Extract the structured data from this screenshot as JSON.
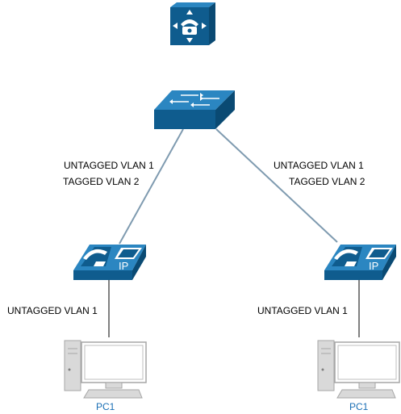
{
  "colors": {
    "device_fill": "#0f5c8e",
    "device_top": "#2b86c1",
    "link": "#7f9bb0",
    "pc_link": "#000000",
    "pc_body": "#e6e6e6",
    "pc_label": "#1a6fb5"
  },
  "nodes": {
    "pbx": {
      "icon": "pbx-phone-icon"
    },
    "switch": {
      "icon": "switch-icon"
    },
    "phone_left": {
      "icon": "ip-phone-icon",
      "text": "IP"
    },
    "phone_right": {
      "icon": "ip-phone-icon",
      "text": "IP"
    },
    "pc_left": {
      "icon": "pc-icon",
      "label": "PC1"
    },
    "pc_right": {
      "icon": "pc-icon",
      "label": "PC1"
    }
  },
  "links": {
    "switch_to_phone_left": {
      "line1": "UNTAGGED VLAN 1",
      "line2": "TAGGED VLAN 2"
    },
    "switch_to_phone_right": {
      "line1": "UNTAGGED VLAN 1",
      "line2": "TAGGED VLAN 2"
    },
    "phone_left_to_pc": {
      "label": "UNTAGGED VLAN 1"
    },
    "phone_right_to_pc": {
      "label": "UNTAGGED VLAN 1"
    }
  }
}
